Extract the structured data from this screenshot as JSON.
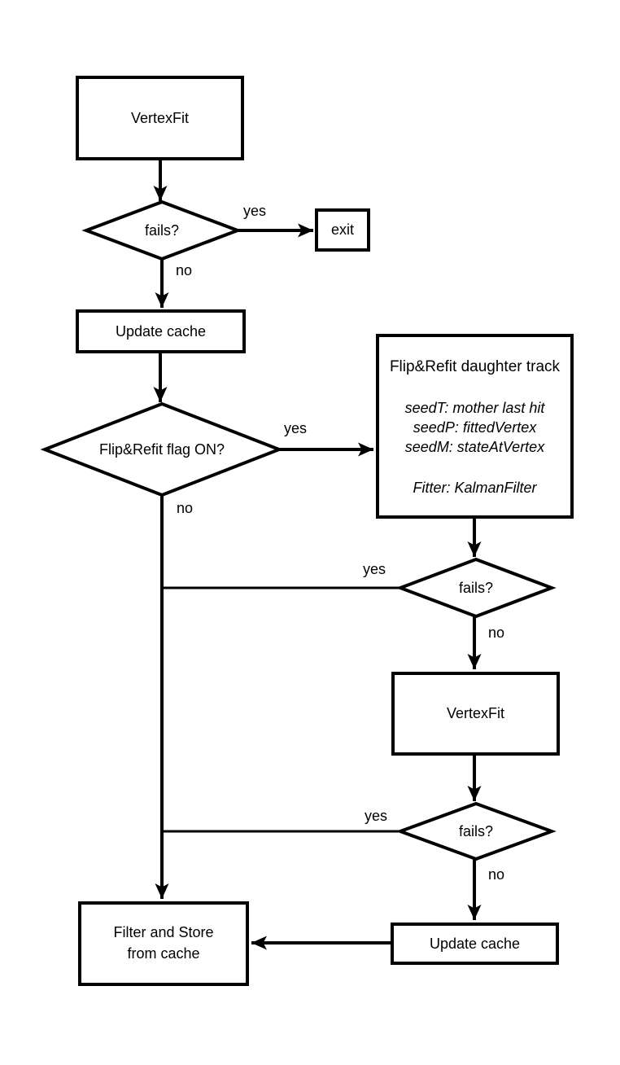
{
  "diagram": {
    "colors": {
      "background": "#ffffff",
      "stroke": "#000000",
      "text": "#000000"
    },
    "nodes": {
      "vertexfit_top": {
        "label": "VertexFit"
      },
      "fails_1": {
        "label": "fails?"
      },
      "exit": {
        "label": "exit"
      },
      "update_cache_1": {
        "label": "Update cache"
      },
      "flip_flag": {
        "label": "Flip&Refit flag ON?"
      },
      "flip_refit": {
        "title": "Flip&Refit daughter track",
        "seed_lines": [
          "seedT: mother last hit",
          "seedP: fittedVertex",
          "seedM: stateAtVertex"
        ],
        "fitter_line": "Fitter: KalmanFilter"
      },
      "fails_2": {
        "label": "fails?"
      },
      "vertexfit_2": {
        "label": "VertexFit"
      },
      "fails_3": {
        "label": "fails?"
      },
      "update_cache_2": {
        "label": "Update cache"
      },
      "filter_store": {
        "label": "Filter and Store\nfrom cache"
      }
    },
    "edge_labels": {
      "fails1_yes": "yes",
      "fails1_no": "no",
      "flip_yes": "yes",
      "flip_no": "no",
      "fails2_yes": "yes",
      "fails2_no": "no",
      "fails3_yes": "yes",
      "fails3_no": "no"
    }
  }
}
